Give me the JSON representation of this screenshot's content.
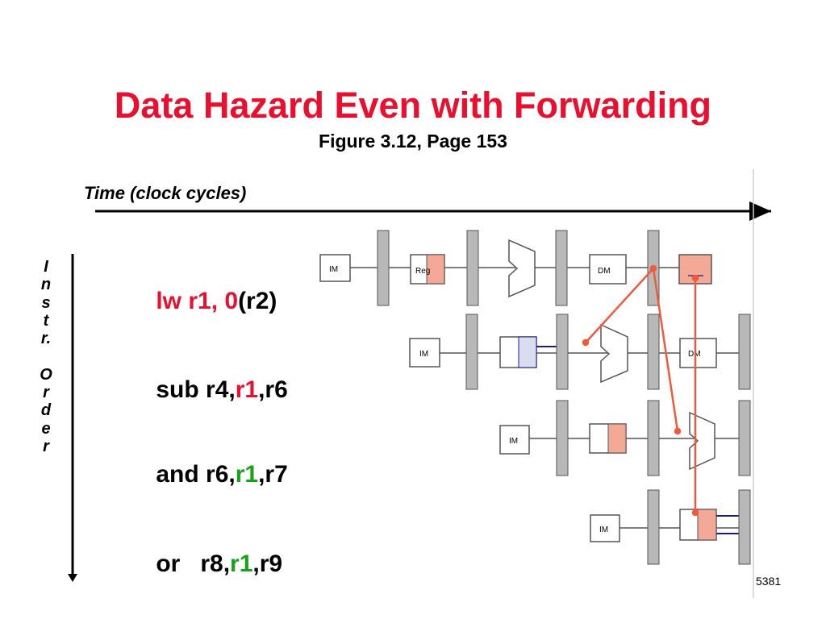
{
  "title": "Data Hazard Even with Forwarding",
  "subtitle": "Figure 3.12, Page 153",
  "time_axis_label": "Time (clock cycles)",
  "vertical_label": [
    "I",
    "n",
    "s",
    "t",
    "r.",
    "",
    "O",
    "r",
    "d",
    "e",
    "r"
  ],
  "instructions": [
    {
      "parts": [
        {
          "text": "lw r1, 0",
          "color": "red"
        },
        {
          "text": "(r2)",
          "color": "black"
        }
      ]
    },
    {
      "parts": [
        {
          "text": "sub r4,",
          "color": "black"
        },
        {
          "text": "r1",
          "color": "red"
        },
        {
          "text": ",r6",
          "color": "black"
        }
      ]
    },
    {
      "parts": [
        {
          "text": "and r6,",
          "color": "black"
        },
        {
          "text": "r1",
          "color": "green"
        },
        {
          "text": ",r7",
          "color": "black"
        }
      ]
    },
    {
      "parts": [
        {
          "text": "or   r8,",
          "color": "black"
        },
        {
          "text": "r1",
          "color": "green"
        },
        {
          "text": ",r9",
          "color": "black"
        }
      ]
    }
  ],
  "stage_labels": {
    "im": "IM",
    "reg": "Reg",
    "dm": "DM"
  },
  "slide_number": "5381",
  "colors": {
    "title": "#e8102e",
    "red": "#e8102e",
    "green": "#17a317",
    "reg_fill": "#f4a896",
    "latch": "#b8b8b8",
    "wire_blue": "#1a1a8c",
    "forward_path": "#f05a3c"
  }
}
